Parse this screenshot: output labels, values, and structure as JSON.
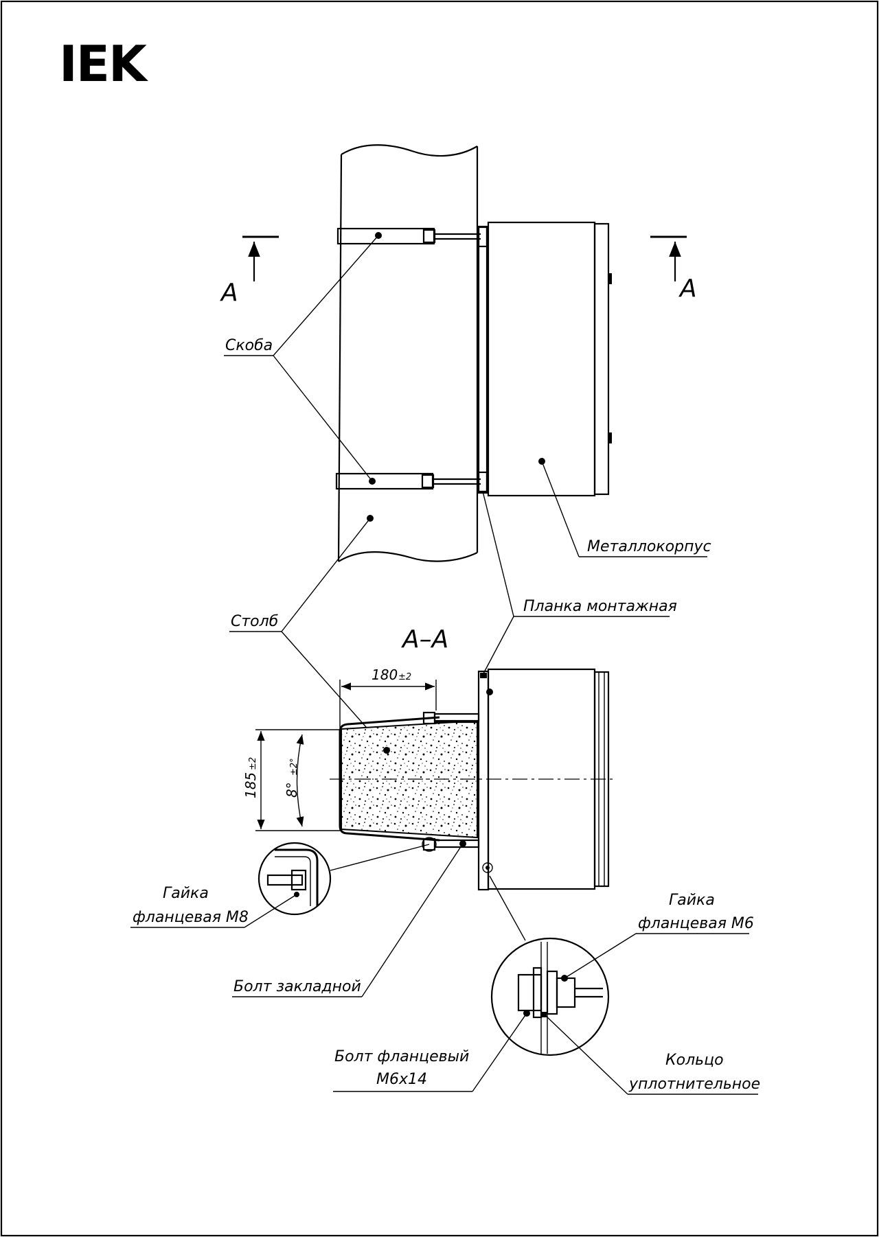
{
  "brand": {
    "logo_text": "IEK"
  },
  "section": {
    "marker": "A",
    "title": "А–А"
  },
  "labels": {
    "bracket": "Скоба",
    "pole": "Столб",
    "enclosure": "Металлокорпус",
    "mounting_plate": "Планка монтажная",
    "flange_nut_m8_line1": "Гайка",
    "flange_nut_m8_line2": "фланцевая М8",
    "embedded_bolt": "Болт закладной",
    "flange_nut_m6_line1": "Гайка",
    "flange_nut_m6_line2": "фланцевая М6",
    "flange_bolt_line1": "Болт фланцевый",
    "flange_bolt_line2": "М6х14",
    "seal_ring_line1": "Кольцо",
    "seal_ring_line2": "уплотнительное"
  },
  "dimensions": {
    "width_value": "180",
    "width_tol": "±2",
    "height_value": "185",
    "height_tol": "±2",
    "angle_value": "8°",
    "angle_tol": "±2°"
  }
}
